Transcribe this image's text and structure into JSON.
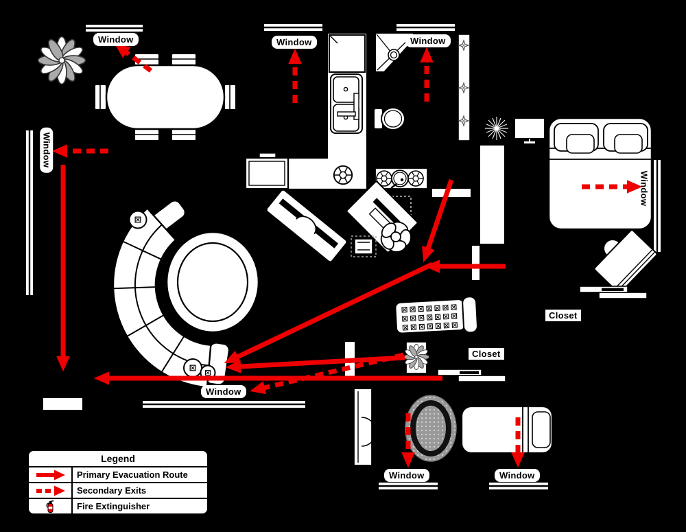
{
  "colors": {
    "background": "#000000",
    "furniture_fill": "#ffffff",
    "outline": "#000000",
    "route_red": "#ee0000",
    "rug_gray": "#999999"
  },
  "labels": {
    "window": "Window",
    "closet": "Closet"
  },
  "legend": {
    "title": "Legend",
    "items": [
      {
        "id": "primary-route",
        "icon": "solid-red-arrow-icon",
        "label": "Primary Evacuation Route"
      },
      {
        "id": "secondary-exits",
        "icon": "dashed-red-arrow-icon",
        "label": "Secondary Exits"
      },
      {
        "id": "fire-extinguisher",
        "icon": "fire-extinguisher-icon",
        "label": "Fire Extinguisher"
      }
    ]
  }
}
